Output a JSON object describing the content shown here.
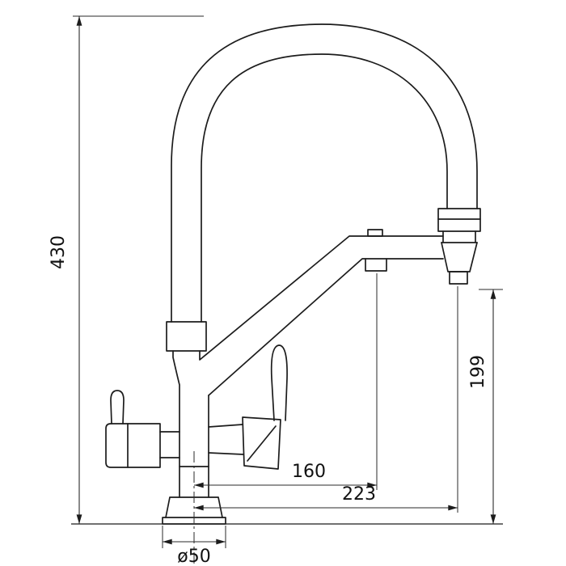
{
  "page": {
    "background": "#ffffff",
    "line_color": "#1c1c1c"
  },
  "drawing": {
    "type": "technical-dimension-drawing",
    "subject": "kitchen mixer faucet with spring pull-down spout",
    "dimensions": {
      "overall_height": "430",
      "outlet_height": "199",
      "spout_reach": "160",
      "spray_reach": "223",
      "base_diameter": "ø50"
    }
  }
}
